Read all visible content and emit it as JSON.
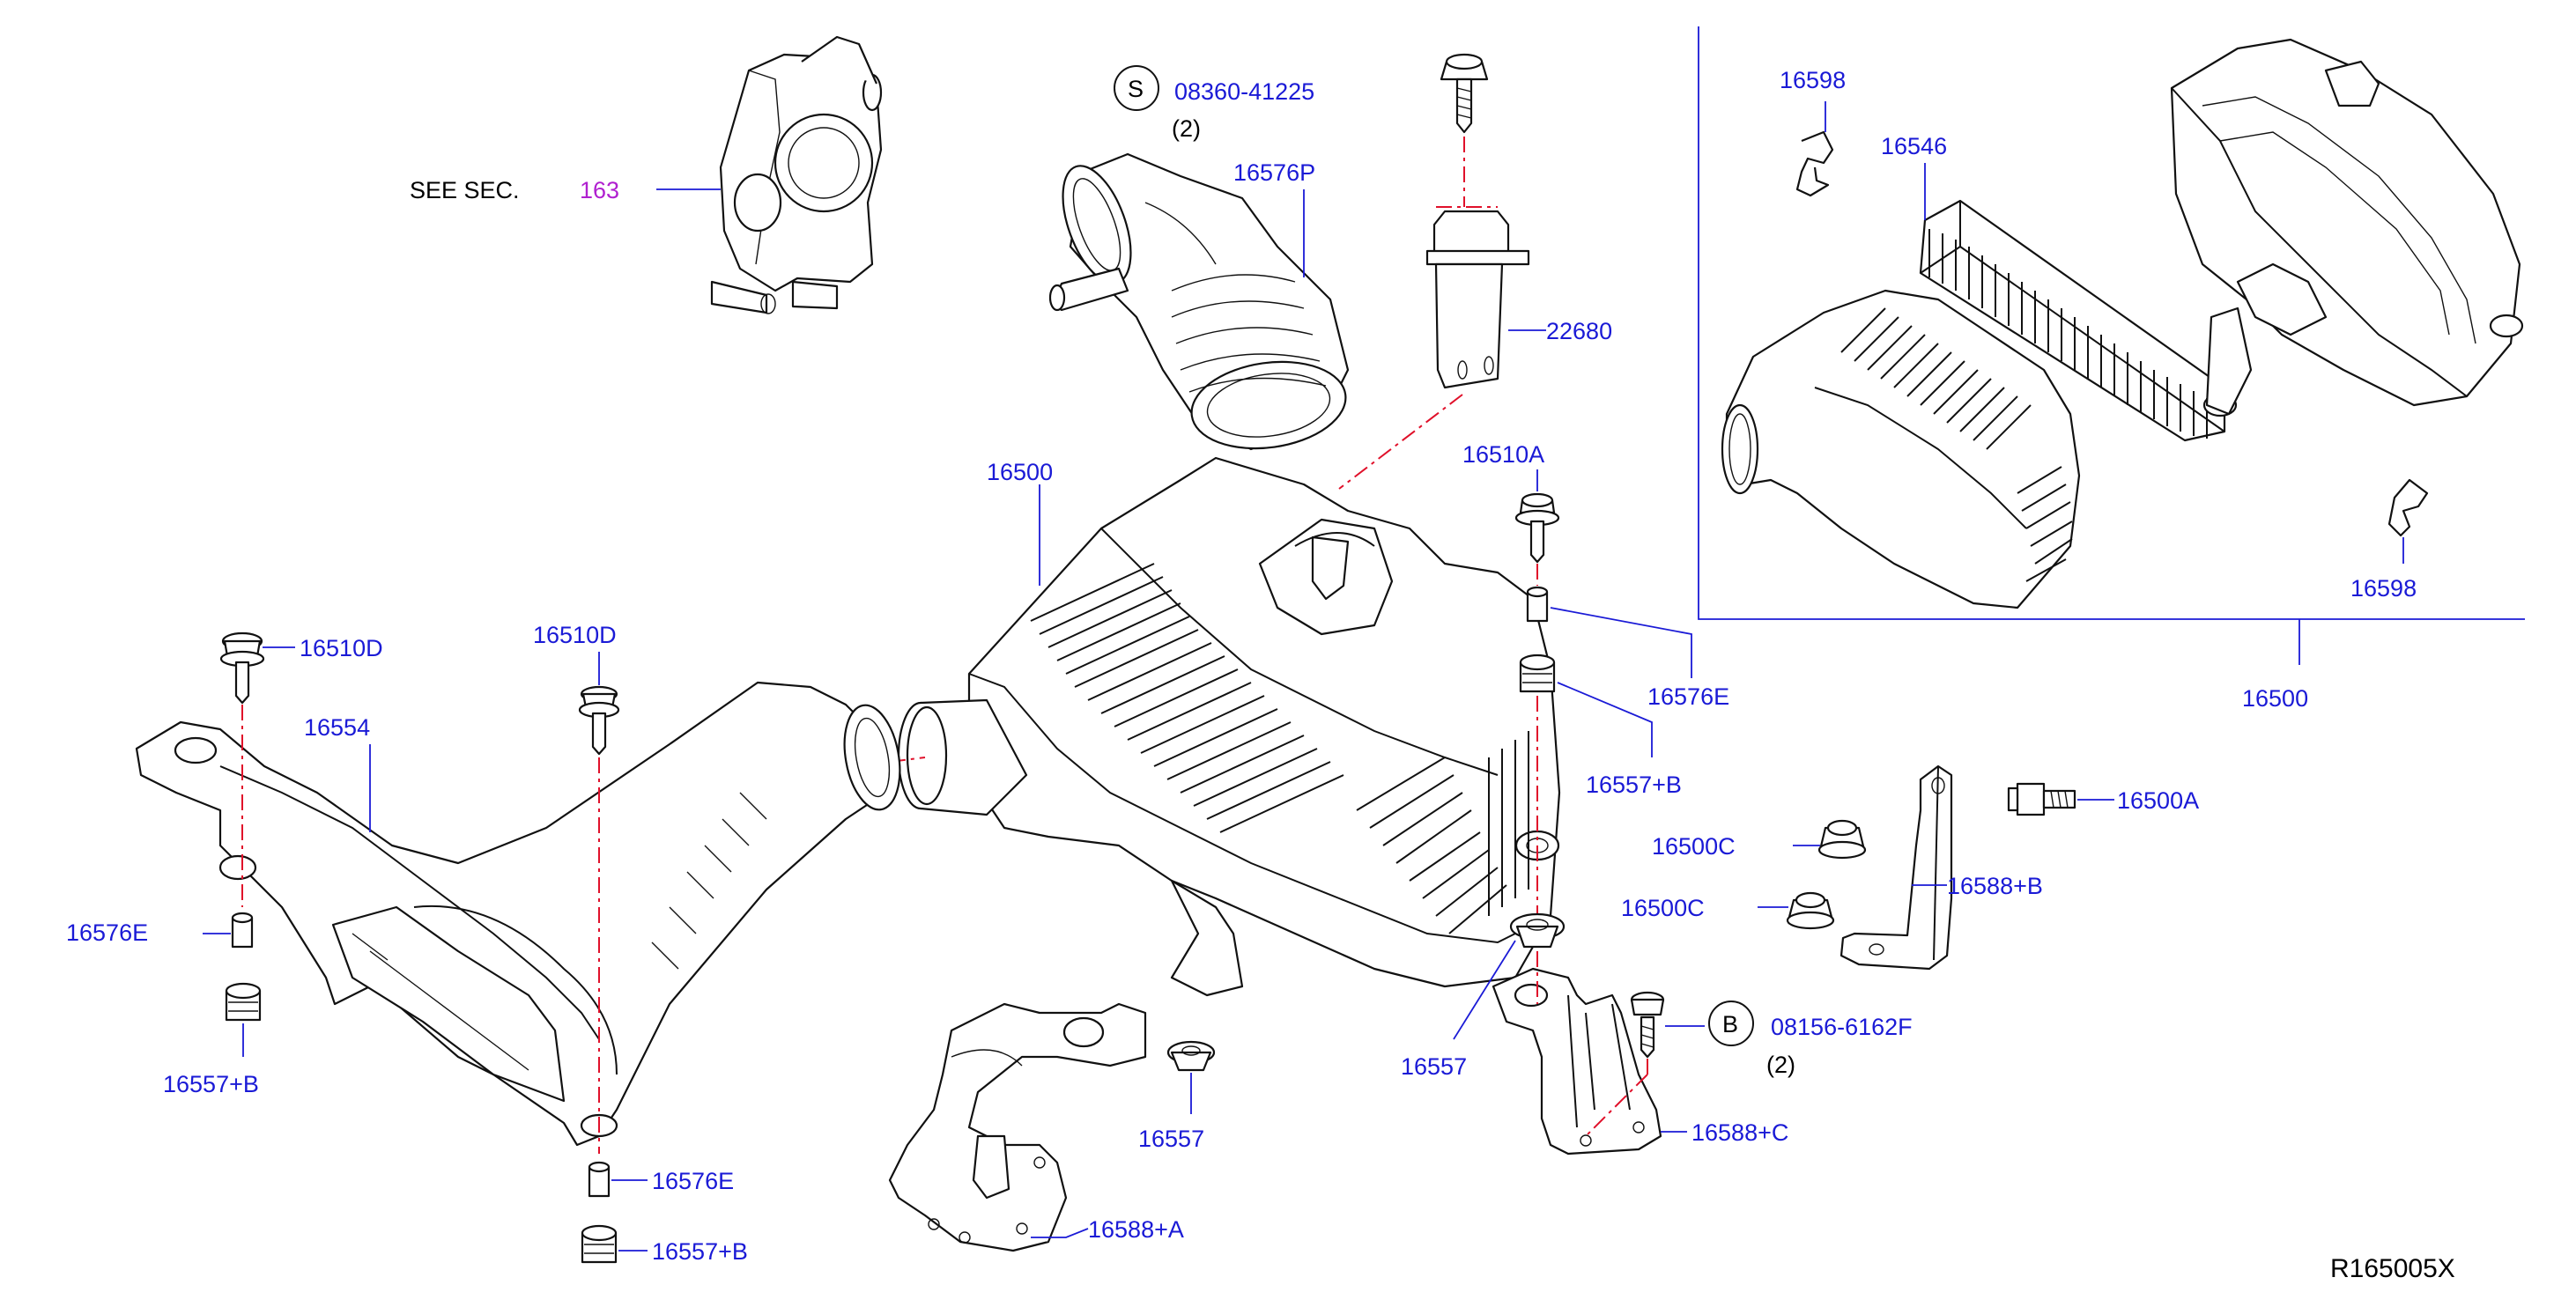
{
  "diagram_code": "R165005X",
  "see_section": {
    "prefix": "SEE   SEC.",
    "number": "163"
  },
  "callouts": {
    "screw_symbol": "S",
    "screw_part": "08360-41225",
    "screw_qty": "(2)",
    "bolt_symbol": "B",
    "bolt_part": "08156-6162F",
    "bolt_qty": "(2)"
  },
  "labels": {
    "l16576P": "16576P",
    "l22680": "22680",
    "l16510A": "16510A",
    "l16500_main": "16500",
    "l16576E_right": "16576E",
    "l16557B_right": "16557+B",
    "l16510D_left": "16510D",
    "l16510D_mid": "16510D",
    "l16554": "16554",
    "l16576E_left": "16576E",
    "l16557B_left": "16557+B",
    "l16576E_bottom": "16576E",
    "l16557B_bottom": "16557+B",
    "l16557_center": "16557",
    "l16557_right": "16557",
    "l16588A": "16588+A",
    "l16588C": "16588+C",
    "l16588B": "16588+B",
    "l16500A": "16500A",
    "l16500C_top": "16500C",
    "l16500C_bottom": "16500C",
    "l16598_top": "16598",
    "l16546": "16546",
    "l16598_bottom": "16598",
    "l16500_inset": "16500"
  },
  "colors": {
    "label": "#1a1ad6",
    "reference": "#b020d0",
    "leader_dash": "#e0102a",
    "outline": "#111111"
  }
}
